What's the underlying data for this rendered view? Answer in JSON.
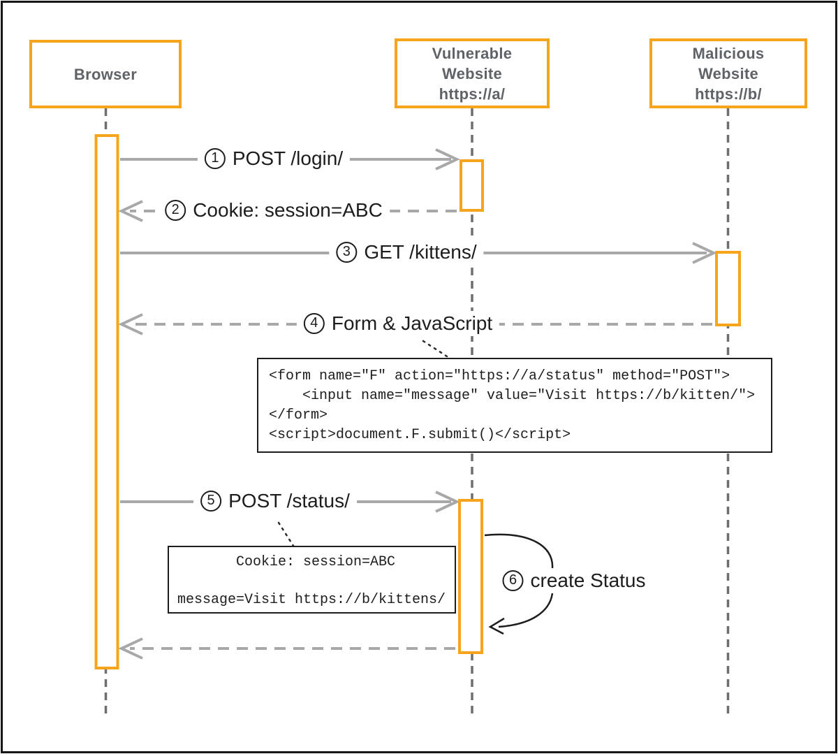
{
  "diagram": {
    "title": "CSRF attack sequence diagram",
    "actors": [
      {
        "id": "browser",
        "lines": [
          "Browser"
        ]
      },
      {
        "id": "vulnerable",
        "lines": [
          "Vulnerable",
          "Website",
          "https://a/"
        ]
      },
      {
        "id": "malicious",
        "lines": [
          "Malicious",
          "Website",
          "https://b/"
        ]
      }
    ],
    "messages": [
      {
        "num": "1",
        "label": "POST /login/",
        "from": "browser",
        "to": "vulnerable",
        "style": "solid"
      },
      {
        "num": "2",
        "label": "Cookie: session=ABC",
        "from": "vulnerable",
        "to": "browser",
        "style": "dashed"
      },
      {
        "num": "3",
        "label": "GET /kittens/",
        "from": "browser",
        "to": "malicious",
        "style": "solid"
      },
      {
        "num": "4",
        "label": "Form & JavaScript",
        "from": "malicious",
        "to": "browser",
        "style": "dashed"
      },
      {
        "num": "5",
        "label": "POST /status/",
        "from": "browser",
        "to": "vulnerable",
        "style": "solid"
      },
      {
        "num": "6",
        "label": "create Status",
        "from": "vulnerable",
        "to": "vulnerable",
        "style": "self-loop"
      }
    ],
    "code_blocks": [
      {
        "text": "<form name=\"F\" action=\"https://a/status\" method=\"POST\">\n    <input name=\"message\" value=\"Visit https://b/kitten/\">\n</form>\n<script>document.F.submit()</script>"
      },
      {
        "text": "       Cookie: session=ABC\n\nmessage=Visit https://b/kittens/"
      }
    ],
    "colors": {
      "accent_orange": "#F7A41D",
      "lifeline_gray": "#6e6e6e",
      "arrow_gray": "#a8a8a8",
      "actor_text_gray": "#5f6368",
      "text_dark": "#1d1d1d",
      "frame_black": "#161616"
    }
  }
}
